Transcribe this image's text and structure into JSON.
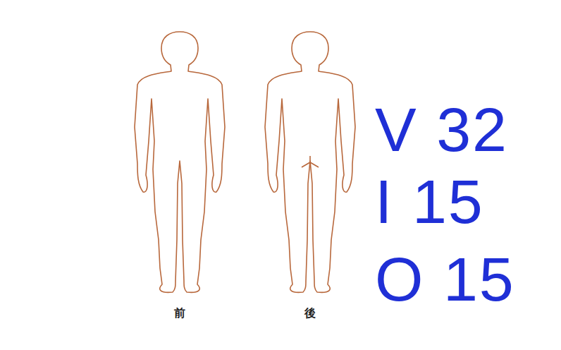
{
  "diagram": {
    "labels": [
      "前",
      "後",
      "V 32",
      "I 15",
      "O 15"
    ]
  }
}
